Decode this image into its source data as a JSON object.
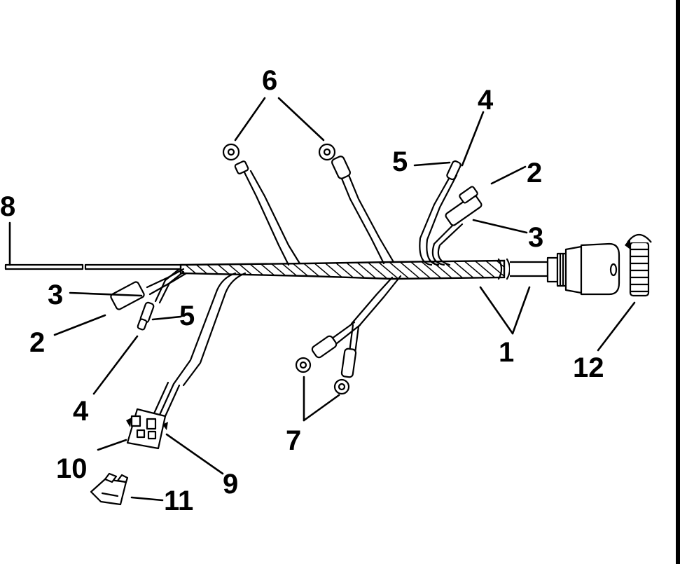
{
  "diagram": {
    "callouts": {
      "c1": "1",
      "c2a": "2",
      "c2b": "2",
      "c3a": "3",
      "c3b": "3",
      "c4a": "4",
      "c4b": "4",
      "c5a": "5",
      "c5b": "5",
      "c6": "6",
      "c7": "7",
      "c8": "8",
      "c9": "9",
      "c10": "10",
      "c11": "11",
      "c12": "12"
    }
  }
}
